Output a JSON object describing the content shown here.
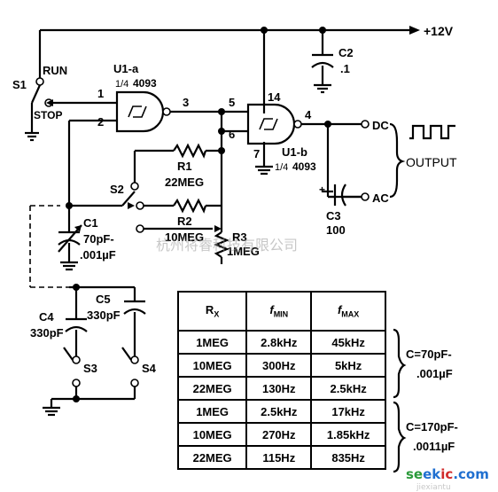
{
  "supply": {
    "label": "+12V"
  },
  "switch_s1": {
    "name": "S1",
    "run_label": "RUN",
    "stop_label": "STOP"
  },
  "gate_u1a": {
    "name": "U1-a",
    "fraction": "1/4",
    "part": "4093",
    "pins": [
      "1",
      "2",
      "3"
    ]
  },
  "gate_u1b": {
    "name": "U1-b",
    "fraction": "1/4",
    "part": "4093",
    "pins": [
      "5",
      "6",
      "4",
      "14",
      "7"
    ]
  },
  "cap_c2": {
    "name": "C2",
    "value": ".1"
  },
  "output": {
    "dc_label": "DC",
    "ac_label": "AC",
    "output_label": "OUTPUT"
  },
  "cap_c3": {
    "name": "C3",
    "value": "100",
    "polarity": "+"
  },
  "res_r1": {
    "name": "R1",
    "value": "22MEG"
  },
  "res_r2": {
    "name": "R2",
    "value": "10MEG"
  },
  "res_r3": {
    "name": "R3",
    "value": "1MEG"
  },
  "switch_s2": {
    "name": "S2"
  },
  "cap_c1": {
    "name": "C1",
    "value_line1": "70pF-",
    "value_line2": ".001µF"
  },
  "cap_c4": {
    "name": "C4",
    "value": "330pF"
  },
  "cap_c5": {
    "name": "C5",
    "value": "330pF"
  },
  "switch_s3": {
    "name": "S3"
  },
  "switch_s4": {
    "name": "S4"
  },
  "table": {
    "header_rx": "R",
    "header_rx_sub": "X",
    "header_fmin": "f",
    "header_fmin_sub": "MIN",
    "header_fmax": "f",
    "header_fmax_sub": "MAX",
    "rows": [
      {
        "rx": "1MEG",
        "fmin": "2.8kHz",
        "fmax": "45kHz"
      },
      {
        "rx": "10MEG",
        "fmin": "300Hz",
        "fmax": "5kHz"
      },
      {
        "rx": "22MEG",
        "fmin": "130Hz",
        "fmax": "2.5kHz"
      },
      {
        "rx": "1MEG",
        "fmin": "2.5kHz",
        "fmax": "17kHz"
      },
      {
        "rx": "10MEG",
        "fmin": "270Hz",
        "fmax": "1.85kHz"
      },
      {
        "rx": "22MEG",
        "fmin": "115Hz",
        "fmax": "835Hz"
      }
    ],
    "group1_line1": "C=70pF-",
    "group1_line2": ".001µF",
    "group2_line1": "C=170pF-",
    "group2_line2": ".0011µF"
  },
  "watermark": {
    "chinese": "杭州将睿科技有限公司",
    "site_part1": "se",
    "site_part2": "ek",
    "site_part3": "ic",
    "site_part4": ".com",
    "site_sub": "jiexiantu"
  }
}
